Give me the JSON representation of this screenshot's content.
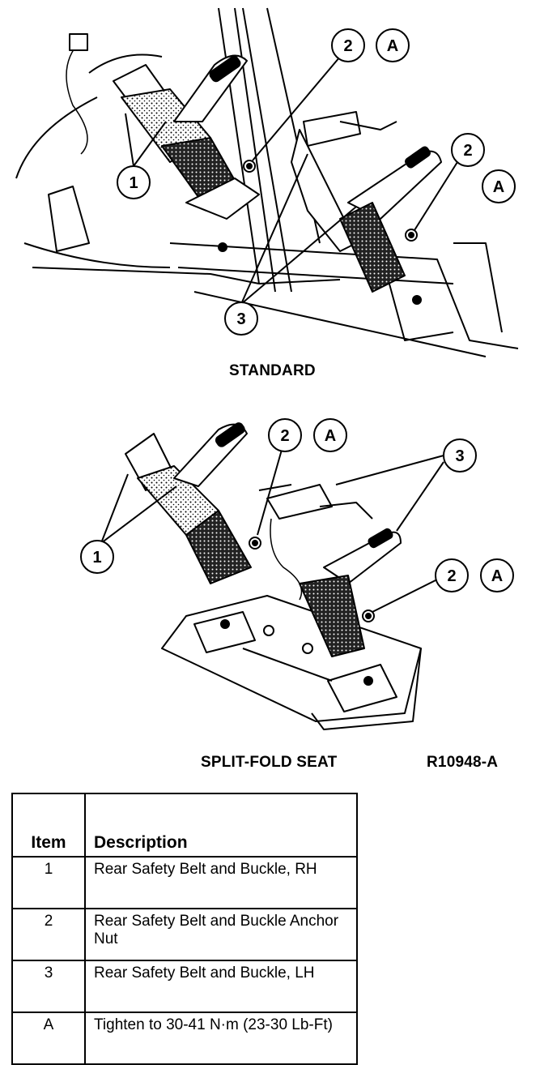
{
  "callouts": {
    "one": "1",
    "two": "2",
    "three": "3",
    "a": "A"
  },
  "captions": {
    "standard": "STANDARD",
    "split_fold": "SPLIT-FOLD SEAT",
    "figure_id": "R10948-A"
  },
  "legend": {
    "header_item": "Item",
    "header_description": "Description",
    "rows": [
      {
        "item": "1",
        "description": "Rear Safety Belt and Buckle, RH"
      },
      {
        "item": "2",
        "description": "Rear Safety Belt and Buckle Anchor Nut"
      },
      {
        "item": "3",
        "description": "Rear Safety Belt and Buckle, LH"
      },
      {
        "item": "A",
        "description": "Tighten to 30-41 N·m (23-30 Lb-Ft)"
      }
    ]
  }
}
